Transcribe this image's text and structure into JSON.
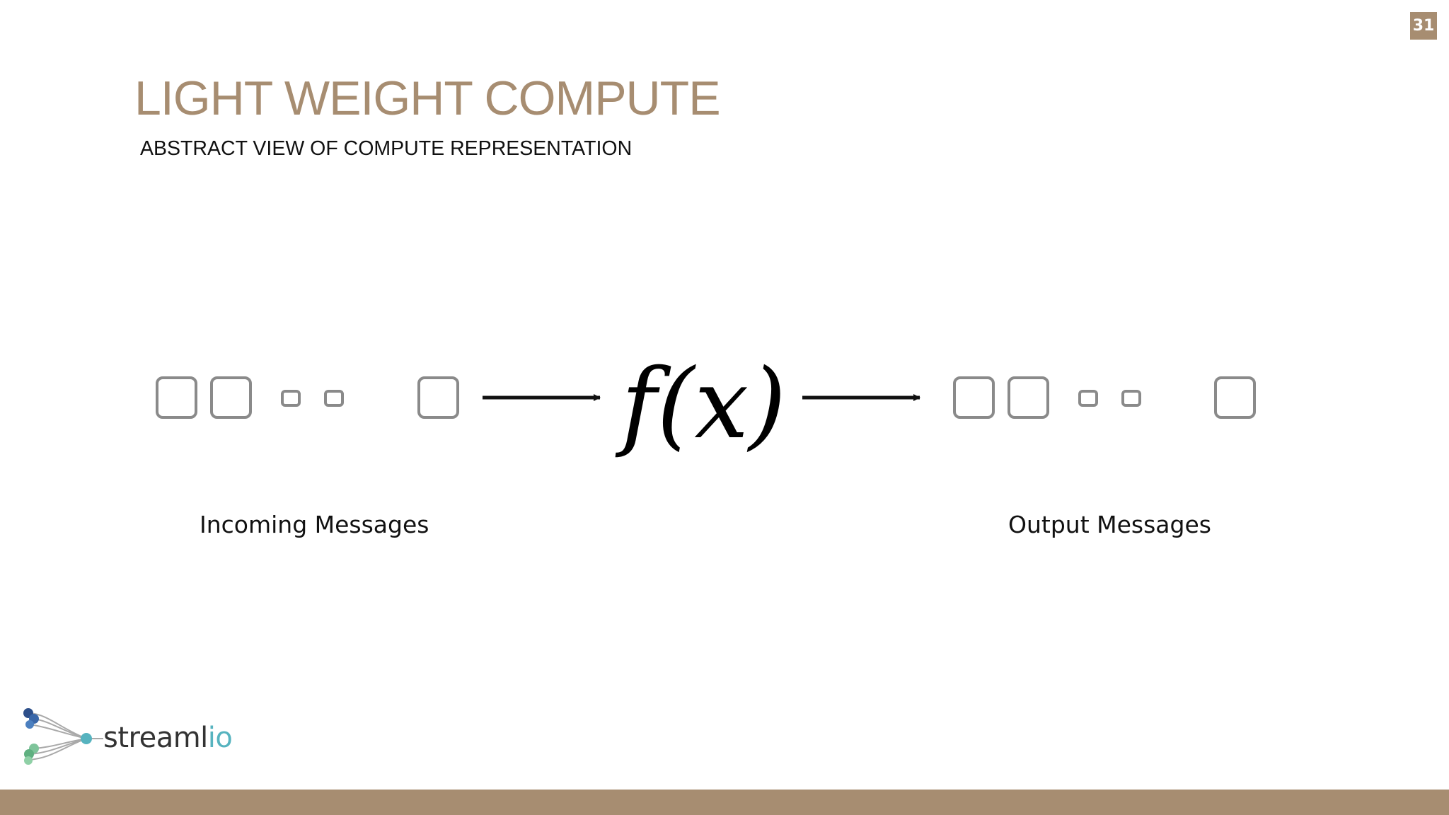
{
  "slide": {
    "page_number": "31",
    "title": "LIGHT WEIGHT COMPUTE",
    "subtitle": "ABSTRACT VIEW OF COMPUTE REPRESENTATION"
  },
  "diagram": {
    "function_label": "f(x)",
    "incoming_label": "Incoming Messages",
    "output_label": "Output Messages"
  },
  "logo": {
    "text_main": "streaml",
    "text_accent": "io"
  },
  "colors": {
    "accent": "#a78d71",
    "box_stroke": "#8a8a8a",
    "logo_accent": "#56b3bf",
    "text": "#111111"
  }
}
